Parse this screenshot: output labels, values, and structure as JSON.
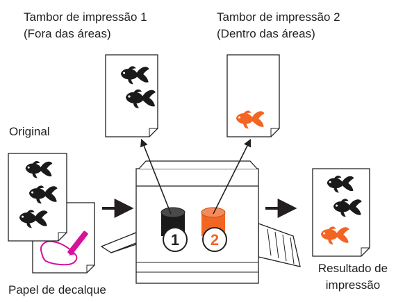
{
  "drum1": {
    "line1": "Tambor de impressão 1",
    "line2": "(Fora das áreas)",
    "number": "1"
  },
  "drum2": {
    "line1": "Tambor de impressão 2",
    "line2": "(Dentro das áreas)",
    "number": "2"
  },
  "original_label": "Original",
  "tracing_paper_label": "Papel de decalque",
  "result": {
    "line1": "Resultado de",
    "line2": "impressão"
  },
  "colors": {
    "ink_black": "#1a1a1a",
    "ink_orange": "#f26522",
    "marker_magenta": "#d6129b"
  },
  "icons": [
    "fish-icon",
    "marker-icon",
    "arrow-icon",
    "printer-icon",
    "drum-icon"
  ]
}
